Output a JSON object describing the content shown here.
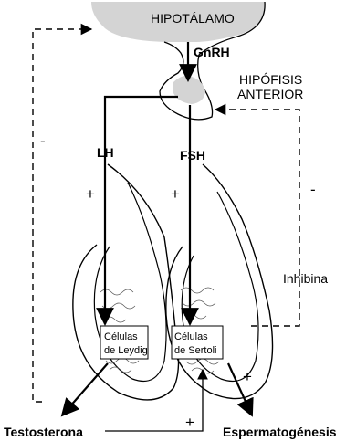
{
  "labels": {
    "hypothalamus": "HIPOTÁLAMO",
    "gnrh": "GnRH",
    "pituitary_line1": "HIPÓFISIS",
    "pituitary_line2": "ANTERIOR",
    "lh": "LH",
    "fsh": "FSH",
    "inhibin": "Inhibina",
    "leydig_line1": "Células",
    "leydig_line2": "de Leydig",
    "sertoli_line1": "Células",
    "sertoli_line2": "de Sertoli",
    "testosterone": "Testosterona",
    "spermatogenesis": "Espermatogénesis"
  },
  "signs": {
    "left_feedback": "-",
    "right_feedback": "-",
    "lh_effect": "+",
    "fsh_effect": "+",
    "testosterone_effect": "+",
    "sertoli_effect": "+"
  },
  "colors": {
    "hypothalamus_fill": "#d4d4d4",
    "line": "#000000"
  }
}
